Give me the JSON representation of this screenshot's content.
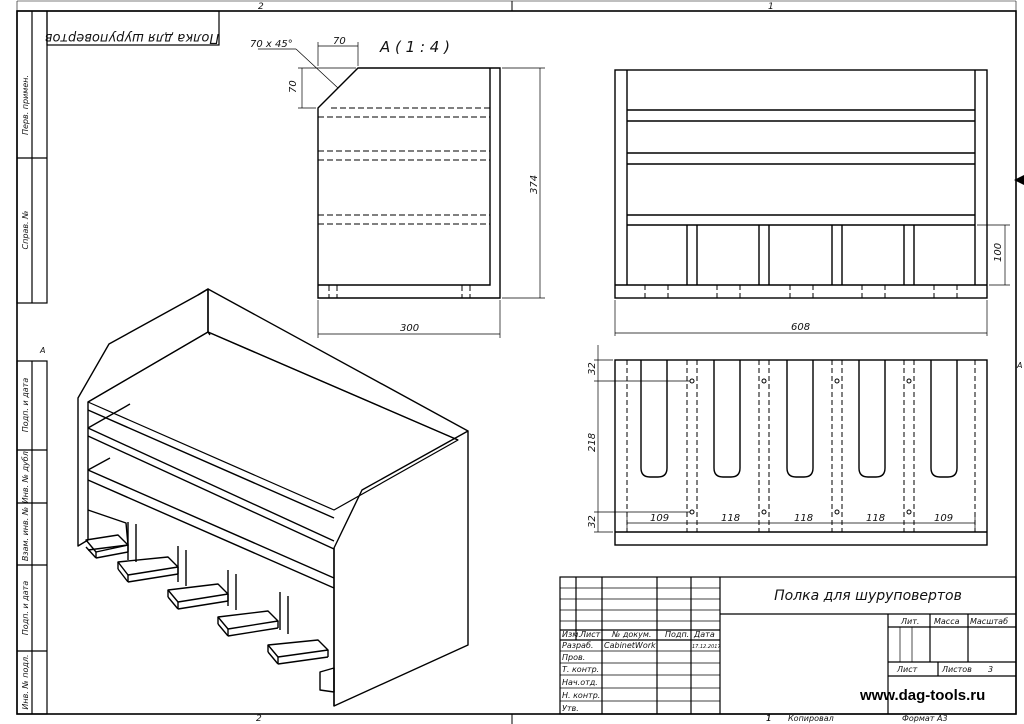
{
  "sheet": {
    "zone_top_left": "2",
    "zone_top_right": "1",
    "zone_bottom_left": "2",
    "zone_bottom_right": "1",
    "zone_side_left": "A",
    "zone_side_right": "A"
  },
  "mirrored_stamp": "Полка для шуруповертов",
  "side_columns": {
    "perv_primen": "Перв. примен.",
    "sprav_no": "Справ. №",
    "podp_data_top": "Подп. и дата",
    "inv_dubl": "Инв. № дубл.",
    "vzam_inv": "Взам. инв. №",
    "podp_data_bottom": "Подп. и дата",
    "inv_podl": "Инв. № подл."
  },
  "view_label": "А ( 1 : 4 )",
  "dimensions": {
    "chamfer": "70 x 45°",
    "chamfer_w": "70",
    "chamfer_h": "70",
    "side_height": "374",
    "side_depth": "300",
    "front_height": "100",
    "front_width": "608",
    "slot_top": "32",
    "slot_mid": "218",
    "slot_bottom": "32",
    "pitch_1": "109",
    "pitch_2": "118",
    "pitch_3": "118",
    "pitch_4": "118",
    "pitch_5": "109"
  },
  "title_block": {
    "title": "Полка для шуруповертов",
    "izm": "Изм.",
    "list": "Лист",
    "doc_no": "№ докум.",
    "podp": "Подп.",
    "data": "Дата",
    "razrab": "Разраб.",
    "razrab_name": "CabinetWork",
    "razrab_date": "17.12.2017",
    "prov": "Пров.",
    "t_kontr": "Т. контр.",
    "nach_otd": "Нач.отд.",
    "n_kontr": "Н. контр.",
    "utv": "Утв.",
    "lit": "Лит.",
    "massa": "Масса",
    "masshtab": "Масштаб",
    "list_label": "Лист",
    "listov_label": "Листов",
    "listov_value": "3",
    "kopiroval": "Копировал",
    "format": "Формат А3",
    "sheet_no": "1"
  },
  "website": "www.dag-tools.ru"
}
